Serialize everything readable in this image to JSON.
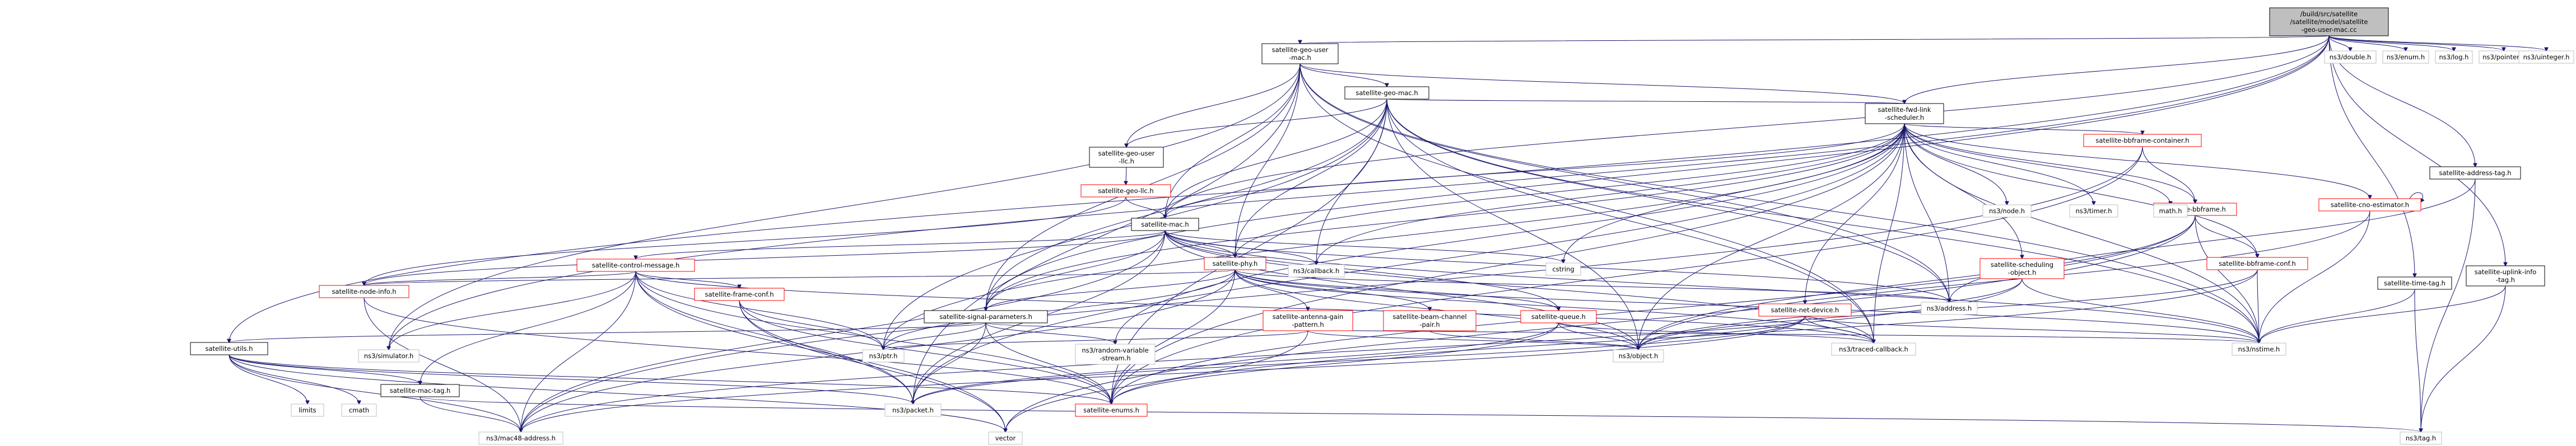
{
  "colors": {
    "edge": "#191970",
    "root_fill": "#bfbfbf",
    "node_border": "#000000",
    "truncated_border": "#ff0000",
    "external_border": "#bfbfbf"
  },
  "nodes": {
    "root": {
      "lines": [
        "/build/src/satellite",
        "/satellite/model/satellite",
        "-geo-user-mac.cc"
      ]
    },
    "geo_user_mac_h": {
      "lines": [
        "satellite-geo-user",
        "-mac.h"
      ]
    },
    "geo_mac_h": {
      "lines": [
        "satellite-geo-mac.h"
      ]
    },
    "fwd_link_scheduler": {
      "lines": [
        "satellite-fwd-link",
        "-scheduler.h"
      ]
    },
    "geo_user_llc": {
      "lines": [
        "satellite-geo-user",
        "-llc.h"
      ]
    },
    "geo_llc": {
      "lines": [
        "satellite-geo-llc.h"
      ]
    },
    "satellite_mac": {
      "lines": [
        "satellite-mac.h"
      ]
    },
    "satellite_phy": {
      "lines": [
        "satellite-phy.h"
      ]
    },
    "control_message": {
      "lines": [
        "satellite-control-message.h"
      ]
    },
    "node_info": {
      "lines": [
        "satellite-node-info.h"
      ]
    },
    "frame_conf": {
      "lines": [
        "satellite-frame-conf.h"
      ]
    },
    "signal_parameters": {
      "lines": [
        "satellite-signal-parameters.h"
      ]
    },
    "antenna_gain": {
      "lines": [
        "satellite-antenna-gain",
        "-pattern.h"
      ]
    },
    "beam_channel_pair": {
      "lines": [
        "satellite-beam-channel",
        "-pair.h"
      ]
    },
    "satellite_queue": {
      "lines": [
        "satellite-queue.h"
      ]
    },
    "net_device": {
      "lines": [
        "satellite-net-device.h"
      ]
    },
    "bbframe_container": {
      "lines": [
        "satellite-bbframe-container.h"
      ]
    },
    "bbframe": {
      "lines": [
        "satellite-bbframe.h"
      ]
    },
    "bbframe_conf": {
      "lines": [
        "satellite-bbframe-conf.h"
      ]
    },
    "scheduling_object": {
      "lines": [
        "satellite-scheduling",
        "-object.h"
      ]
    },
    "cno_estimator": {
      "lines": [
        "satellite-cno-estimator.h"
      ]
    },
    "satellite_utils": {
      "lines": [
        "satellite-utils.h"
      ]
    },
    "mac_tag": {
      "lines": [
        "satellite-mac-tag.h"
      ]
    },
    "satellite_enums": {
      "lines": [
        "satellite-enums.h"
      ]
    },
    "address_tag": {
      "lines": [
        "satellite-address-tag.h"
      ]
    },
    "time_tag": {
      "lines": [
        "satellite-time-tag.h"
      ]
    },
    "uplink_info_tag": {
      "lines": [
        "satellite-uplink-info",
        "-tag.h"
      ]
    },
    "ns3_node": {
      "lines": [
        "ns3/node.h"
      ]
    },
    "ns3_timer": {
      "lines": [
        "ns3/timer.h"
      ]
    },
    "math_h": {
      "lines": [
        "math.h"
      ]
    },
    "ns3_callback": {
      "lines": [
        "ns3/callback.h"
      ]
    },
    "cstring": {
      "lines": [
        "cstring"
      ]
    },
    "ns3_address": {
      "lines": [
        "ns3/address.h"
      ]
    },
    "ns3_nstime": {
      "lines": [
        "ns3/nstime.h"
      ]
    },
    "ns3_object": {
      "lines": [
        "ns3/object.h"
      ]
    },
    "ns3_traced_callback": {
      "lines": [
        "ns3/traced-callback.h"
      ]
    },
    "ns3_random_variable": {
      "lines": [
        "ns3/random-variable",
        "-stream.h"
      ]
    },
    "ns3_ptr": {
      "lines": [
        "ns3/ptr.h"
      ]
    },
    "ns3_simulator": {
      "lines": [
        "ns3/simulator.h"
      ]
    },
    "ns3_packet": {
      "lines": [
        "ns3/packet.h"
      ]
    },
    "ns3_mac48": {
      "lines": [
        "ns3/mac48-address.h"
      ]
    },
    "vector": {
      "lines": [
        "vector"
      ]
    },
    "limits": {
      "lines": [
        "limits"
      ]
    },
    "cmath": {
      "lines": [
        "cmath"
      ]
    },
    "ns3_tag": {
      "lines": [
        "ns3/tag.h"
      ]
    },
    "ns3_double": {
      "lines": [
        "ns3/double.h"
      ]
    },
    "ns3_enum": {
      "lines": [
        "ns3/enum.h"
      ]
    },
    "ns3_log": {
      "lines": [
        "ns3/log.h"
      ]
    },
    "ns3_pointer": {
      "lines": [
        "ns3/pointer.h"
      ]
    },
    "ns3_uinteger": {
      "lines": [
        "ns3/uinteger.h"
      ]
    }
  }
}
